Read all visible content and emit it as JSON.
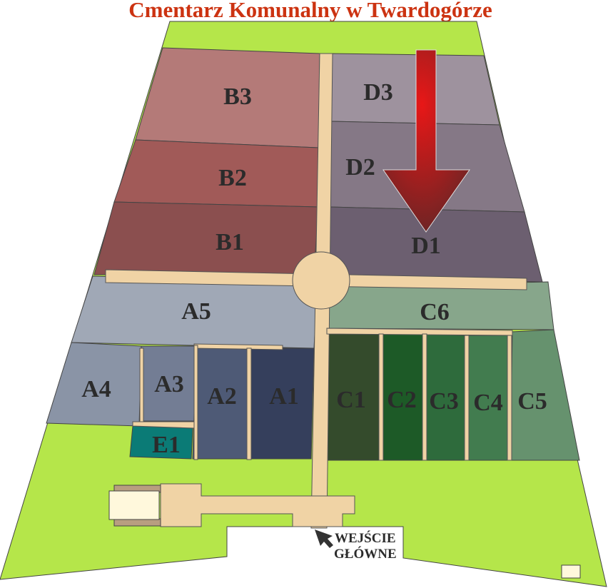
{
  "title": "Cmentarz Komunalny w Twardogórze",
  "sections": {
    "B3": {
      "label": "B3",
      "color": "#b47a78"
    },
    "B2": {
      "label": "B2",
      "color": "#a15a58"
    },
    "B1": {
      "label": "B1",
      "color": "#8b4f4f"
    },
    "D3": {
      "label": "D3",
      "color": "#9e929e"
    },
    "D2": {
      "label": "D2",
      "color": "#857886"
    },
    "D1": {
      "label": "D1",
      "color": "#6c5f70"
    },
    "A5": {
      "label": "A5",
      "color": "#a0a8b6"
    },
    "A4": {
      "label": "A4",
      "color": "#8a94a6"
    },
    "A3": {
      "label": "A3",
      "color": "#737d94"
    },
    "A2": {
      "label": "A2",
      "color": "#4e5a76"
    },
    "A1": {
      "label": "A1",
      "color": "#353f5c"
    },
    "E1": {
      "label": "E1",
      "color": "#0b7b76"
    },
    "C6": {
      "label": "C6",
      "color": "#87a68b"
    },
    "C1": {
      "label": "C1",
      "color": "#344b2c"
    },
    "C2": {
      "label": "C2",
      "color": "#1d5a27"
    },
    "C3": {
      "label": "C3",
      "color": "#2e6b3c"
    },
    "C4": {
      "label": "C4",
      "color": "#427c4f"
    },
    "C5": {
      "label": "C5",
      "color": "#66926e"
    }
  },
  "entrance": {
    "line1": "WEJŚCIE",
    "line2": "GŁÓWNE"
  },
  "colors": {
    "grass": "#b5e64a",
    "path": "#f0d3a5",
    "arrow": "#d41818"
  }
}
